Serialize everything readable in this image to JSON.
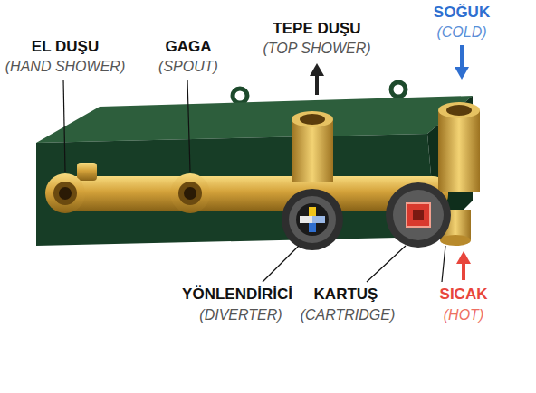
{
  "diagram": {
    "labels": [
      "EL DUŞU",
      "(HAND SHOWER)",
      "GAGA",
      "(SPOUT)",
      "TEPE DUŞU",
      "(TOP SHOWER)",
      "SOĞUK",
      "(COLD)",
      "YÖNLENDİRİCİ",
      "(DIVERTER)",
      "KARTUŞ",
      "(CARTRIDGE)",
      "SICAK",
      "(HOT)"
    ]
  }
}
